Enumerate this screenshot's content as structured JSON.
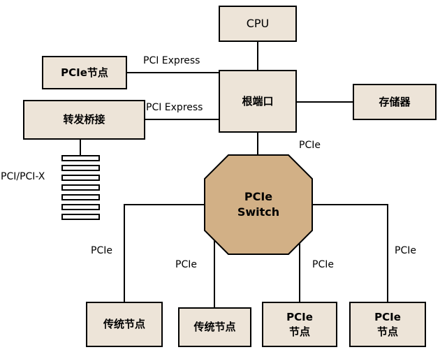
{
  "colors": {
    "background": "#ffffff",
    "box_fill": "#ede4d8",
    "octagon_fill": "#d2b086",
    "line": "#000000"
  },
  "nodes": {
    "cpu": "CPU",
    "root_port": "根端口",
    "pcie_endpoint_top": "PCIe节点",
    "bridge": "转发桥接",
    "memory": "存储器",
    "pcie_switch": "PCIe\nSwitch",
    "legacy_endpoint_1": "传统节点",
    "legacy_endpoint_2": "传统节点",
    "pcie_endpoint_1": "PCIe\n节点",
    "pcie_endpoint_2": "PCIe\n节点"
  },
  "edge_labels": {
    "pci_express_1": "PCI Express",
    "pci_express_2": "PCI Express",
    "pcie_root": "PCIe",
    "pci_pcix": "PCI/PCI-X",
    "pcie_1": "PCIe",
    "pcie_2": "PCIe",
    "pcie_3": "PCIe",
    "pcie_4": "PCIe"
  }
}
